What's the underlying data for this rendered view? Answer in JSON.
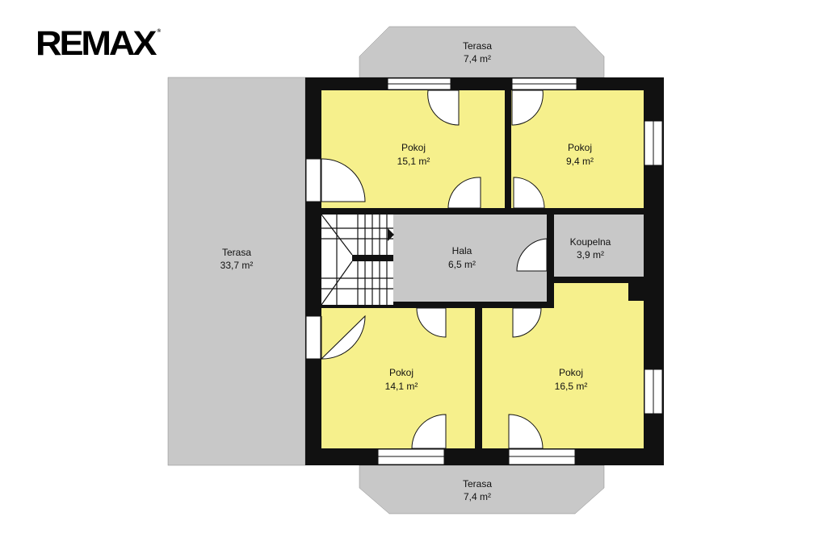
{
  "logo": {
    "text": "RE/MAX",
    "mark": "®"
  },
  "colors": {
    "room": "#f6f08c",
    "service": "#c8c8c8",
    "wall": "#111111",
    "terrace": "#c8c8c8"
  },
  "rooms": [
    {
      "name": "Pokoj",
      "area": "15,1 m²"
    },
    {
      "name": "Pokoj",
      "area": "9,4 m²"
    },
    {
      "name": "Hala",
      "area": "6,5 m²"
    },
    {
      "name": "Koupelna",
      "area": "3,9 m²"
    },
    {
      "name": "Pokoj",
      "area": "14,1 m²"
    },
    {
      "name": "Pokoj",
      "area": "16,5 m²"
    }
  ],
  "terraces": [
    {
      "name": "Terasa",
      "area": "7,4 m²"
    },
    {
      "name": "Terasa",
      "area": "33,7 m²"
    },
    {
      "name": "Terasa",
      "area": "7,4 m²"
    }
  ]
}
